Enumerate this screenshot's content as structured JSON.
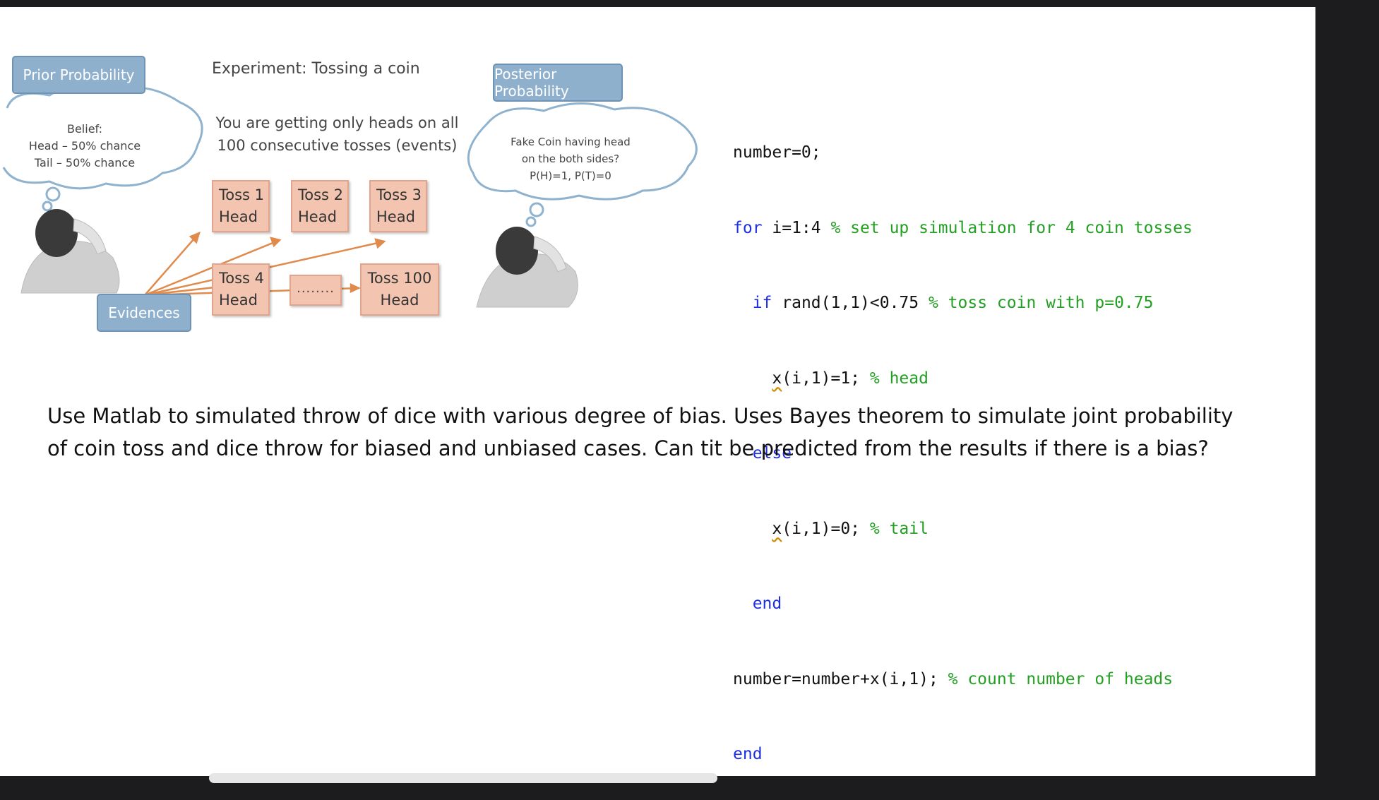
{
  "figure": {
    "prior_label": "Prior Probability",
    "experiment_title": "Experiment: Tossing a coin",
    "posterior_label": "Posterior Probability",
    "belief_lines": [
      "Belief:",
      "Head – 50% chance",
      "Tail – 50% chance"
    ],
    "observation_lines": [
      "You are getting only heads on all",
      "100 consecutive tosses (events)"
    ],
    "fake_coin_lines": [
      "Fake Coin having head",
      "on the both sides?",
      "P(H)=1, P(T)=0"
    ],
    "evidences_label": "Evidences",
    "tosses": [
      {
        "title": "Toss 1",
        "result": "Head"
      },
      {
        "title": "Toss 2",
        "result": "Head"
      },
      {
        "title": "Toss 3",
        "result": "Head"
      },
      {
        "title": "Toss 4",
        "result": "Head"
      },
      {
        "title": "Toss 100",
        "result": "Head"
      }
    ],
    "dots": "........"
  },
  "code": {
    "line1": "number=0;",
    "line2_kw": "for",
    "line2_rest": " i=1:4 ",
    "line2_comment": "% set up simulation for 4 coin tosses",
    "line3_kw": "if",
    "line3_rest": " rand(1,1)<0.75 ",
    "line3_comment": "% toss coin with p=0.75",
    "line4_var": "x",
    "line4_rest": "(i,1)=1; ",
    "line4_comment": "% head",
    "line5_kw": "else",
    "line6_var": "x",
    "line6_rest": "(i,1)=0; ",
    "line6_comment": "% tail",
    "line7_kw": "end",
    "line8_rest": "number=number+x(i,1); ",
    "line8_comment": "% count number of heads",
    "line9_kw": "end"
  },
  "question": {
    "line1": "Use Matlab  to simulated  throw of dice  with various degree of bias.  Uses Bayes theorem to simulate joint probability",
    "line2": "of  coin toss and dice throw for biased and unbiased cases. Can tit be predicted from the results if there is a bias?"
  }
}
